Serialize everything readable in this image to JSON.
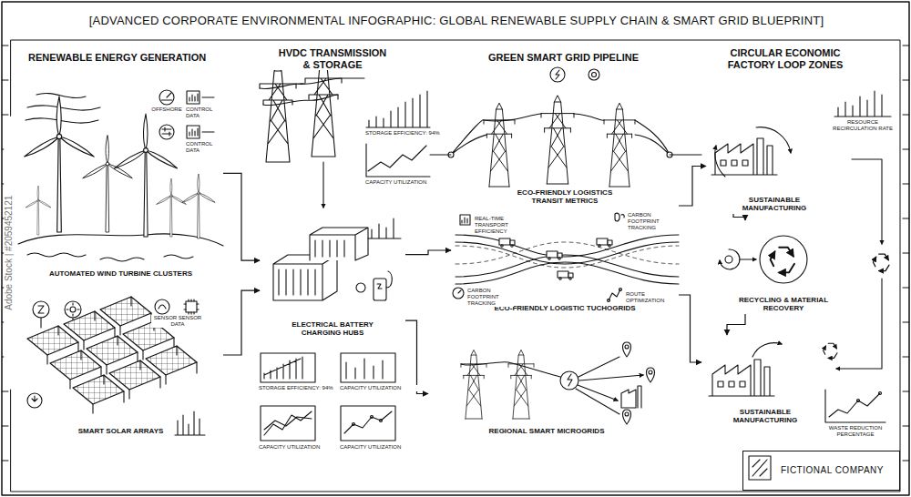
{
  "diagram": {
    "title": "[ADVANCED CORPORATE ENVIRONMENTAL INFOGRAPHIC: GLOBAL RENEWABLE SUPPLY CHAIN & SMART GRID BLUEPRINT]",
    "nodes": [
      {
        "text": [
          "AUTOMATED WIND TURBINE CLUSTERS"
        ]
      },
      {
        "text": [
          "SMART SOLAR ARRAYS"
        ]
      },
      {
        "text": [
          "ELECTRICAL BATTERY CHARGING HUBS"
        ]
      },
      {
        "text": [
          "ECO-FRIENDLY LOGISTICS TRANSIT METRICS",
          "ECO-FRIENDLY LOGISTIC TUCHOGRIDS"
        ]
      },
      {
        "text": [
          "REGIONAL SMART MICROGRIDS"
        ]
      },
      {
        "text": [
          "SUSTAINABLE MANUFACTURING"
        ]
      },
      {
        "text": [
          "RECYCLING & MATERIAL RECOVERY"
        ]
      },
      {
        "text": [
          "SUSTAINABLE MANUFACTURING"
        ]
      },
      {
        "text": [
          "FICTIONAL COMPANY"
        ]
      }
    ],
    "edges": [
      {
        "from": 0,
        "to": 2,
        "arrow": "to"
      },
      {
        "from": 1,
        "to": 2,
        "arrow": "to"
      },
      {
        "from": 2,
        "to": 3,
        "arrow": "to"
      },
      {
        "from": 2,
        "to": 4,
        "arrow": "to"
      },
      {
        "from": 3,
        "to": 5,
        "arrow": "to"
      },
      {
        "from": 3,
        "to": 7,
        "arrow": "to"
      },
      {
        "from": 5,
        "to": 6,
        "arrow": "to"
      },
      {
        "from": 6,
        "to": 7,
        "arrow": "to"
      }
    ],
    "labels": [
      "RENEWABLE ENERGY GENERATION",
      "HVDC TRANSMISSION & STORAGE",
      "GREEN SMART GRID PIPELINE",
      "CIRCULAR ECONOMIC FACTORY LOOP ZONES",
      "OFFSHORE",
      "CONTROL DATA",
      "CONTROL DATA",
      "SENSOR SENSOR DATA",
      "STORAGE EFFICIENCY: 94%",
      "CAPACITY UTILIZATION",
      "REAL-TIME TRANSPORT EFFICIENCY",
      "CARBON FOOTPRINT TRACKING",
      "CARBON FOOTPRINT TRACKING",
      "ROUTE OPTIMIZATION",
      "RESOURCE RECIRCULATION RATE",
      "STORAGE EFFICIENCY: 94%",
      "CAPACITY UTILIZATION",
      "CAPACITY UTILIZATION",
      "CAPACITY UTILIZATION",
      "WASTE REDUCTION PERCENTAGE",
      "Adobe Stock | #2059452121"
    ]
  }
}
